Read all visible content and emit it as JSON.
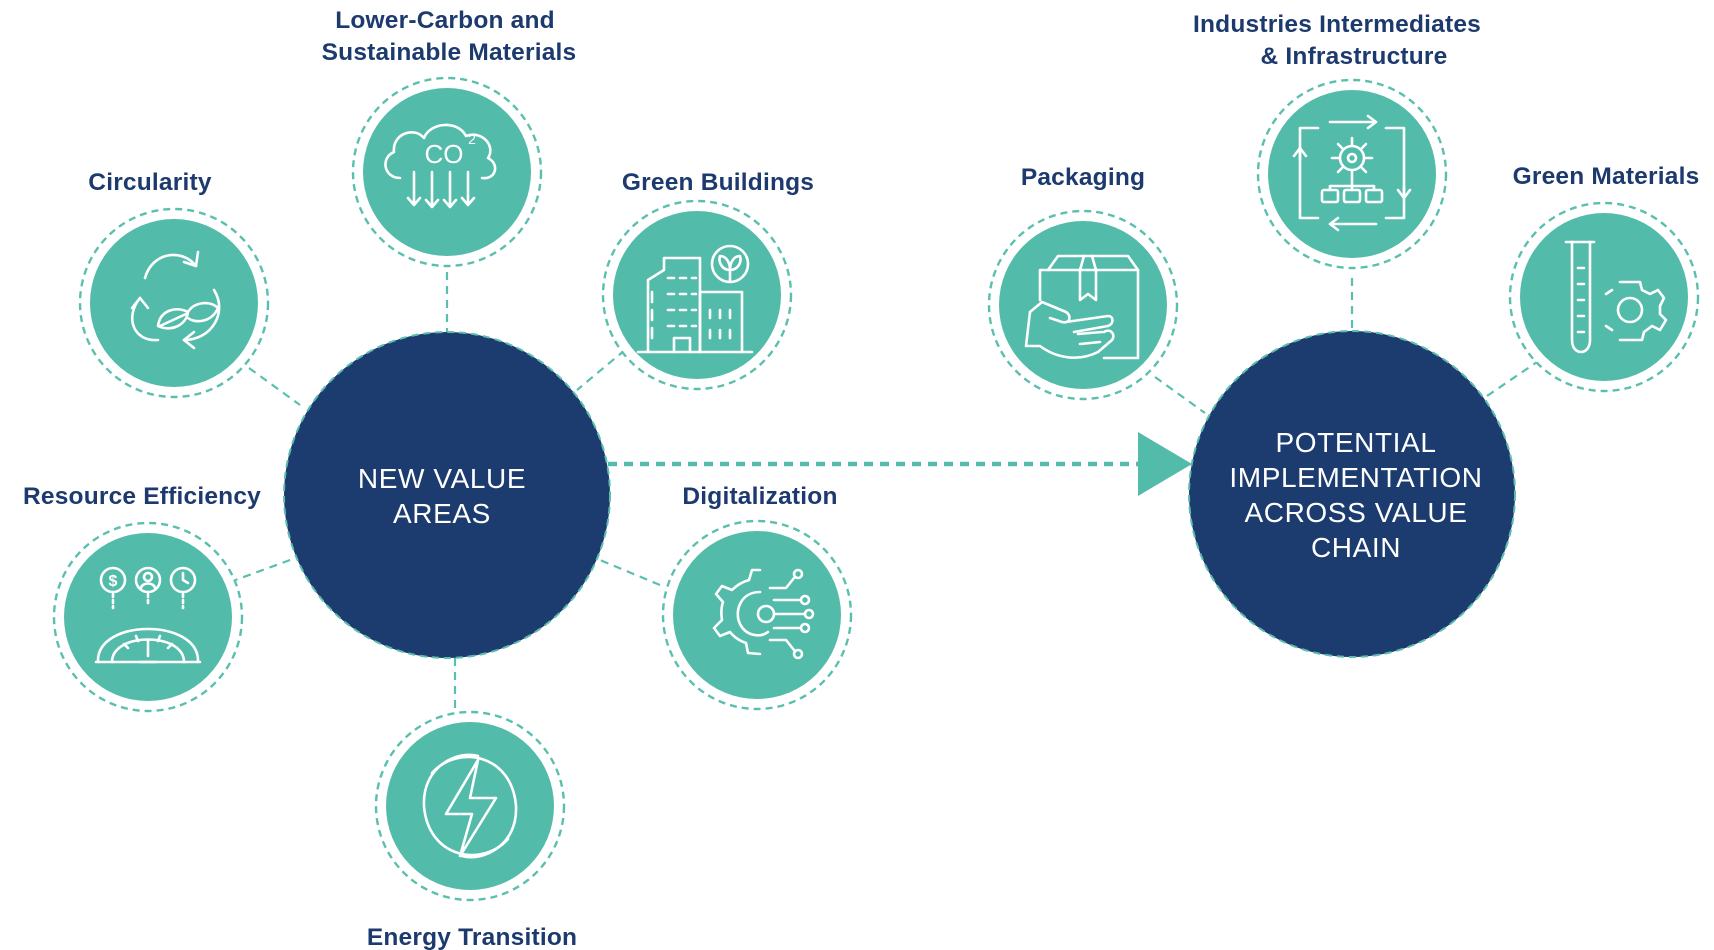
{
  "colors": {
    "node": "#53bbaa",
    "hub": "#1c3c6f",
    "label": "#1d3a6e",
    "connector": "#5bbfae"
  },
  "hubs": {
    "new_value": {
      "lines": [
        "NEW VALUE",
        "AREAS"
      ]
    },
    "potential": {
      "lines": [
        "POTENTIAL",
        "IMPLEMENTATION",
        "ACROSS VALUE",
        "CHAIN"
      ]
    }
  },
  "nodes": {
    "lower_carbon": {
      "lines": [
        "Lower-Carbon and",
        "Sustainable Materials"
      ],
      "icon": "co2-cloud-icon",
      "icon_text": "CO",
      "icon_sup": "2"
    },
    "circularity": {
      "lines": [
        "Circularity"
      ],
      "icon": "recycle-leaf-icon"
    },
    "green_buildings": {
      "lines": [
        "Green Buildings"
      ],
      "icon": "green-building-icon"
    },
    "resource_efficiency": {
      "lines": [
        "Resource Efficiency"
      ],
      "icon": "gauge-icon",
      "icon_text": "$"
    },
    "digitalization": {
      "lines": [
        "Digitalization"
      ],
      "icon": "digital-gear-icon"
    },
    "energy_transition": {
      "lines": [
        "Energy Transition"
      ],
      "icon": "lightning-icon"
    },
    "packaging": {
      "lines": [
        "Packaging"
      ],
      "icon": "package-hand-icon"
    },
    "industries": {
      "lines": [
        "Industries Intermediates",
        "& Infrastructure"
      ],
      "icon": "process-gear-icon"
    },
    "green_materials": {
      "lines": [
        "Green Materials"
      ],
      "icon": "test-tube-gear-icon"
    }
  }
}
